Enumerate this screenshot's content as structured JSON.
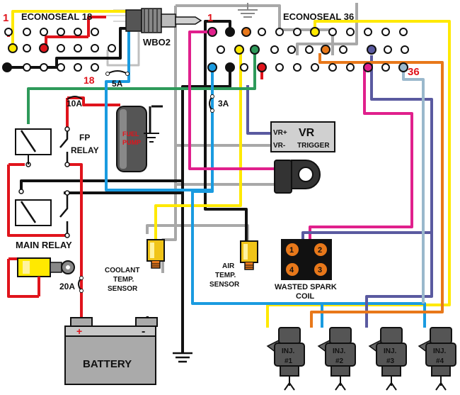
{
  "connectors": {
    "left_name": "ECONOSEAL 18",
    "right_name": "ECONOSEAL 36",
    "left_pin_first": "1",
    "left_pin_last": "18",
    "right_pin_first": "1",
    "right_pin_last": "36"
  },
  "components": {
    "wbo2": "WBO2",
    "fuse_5a": "5A",
    "fuse_10a": "10A",
    "fuse_3a": "3A",
    "fuse_20a": "20A",
    "fp_relay_line1": "FP",
    "fp_relay_line2": "RELAY",
    "fuel_pump_line1": "FUEL",
    "fuel_pump_line2": "PUMP",
    "vr_pos": "VR+",
    "vr_neg": "VR-",
    "vr_title": "VR",
    "vr_sub": "TRIGGER",
    "main_relay": "MAIN RELAY",
    "coolant_line1": "COOLANT",
    "coolant_line2": "TEMP.",
    "coolant_line3": "SENSOR",
    "air_line1": "AIR",
    "air_line2": "TEMP.",
    "air_line3": "SENSOR",
    "coil_line1": "WASTED SPARK",
    "coil_line2": "COIL",
    "coil_pins": [
      "1",
      "2",
      "4",
      "3"
    ],
    "battery": "BATTERY",
    "battery_pos": "+",
    "battery_neg": "-",
    "injector_prefix": "INJ.",
    "injector_numbers": [
      "#1",
      "#2",
      "#3",
      "#4"
    ]
  },
  "colors": {
    "red": "#e0141c",
    "black": "#111111",
    "yellow": "#ffe900",
    "green": "#2e9a5a",
    "blue": "#1a9be0",
    "magenta": "#e0208c",
    "purple": "#7a5aa8",
    "orange": "#e8781a",
    "grey": "#a8a8a8",
    "lightblue": "#9ab8cc",
    "purple_dark": "#5a5aa0"
  }
}
